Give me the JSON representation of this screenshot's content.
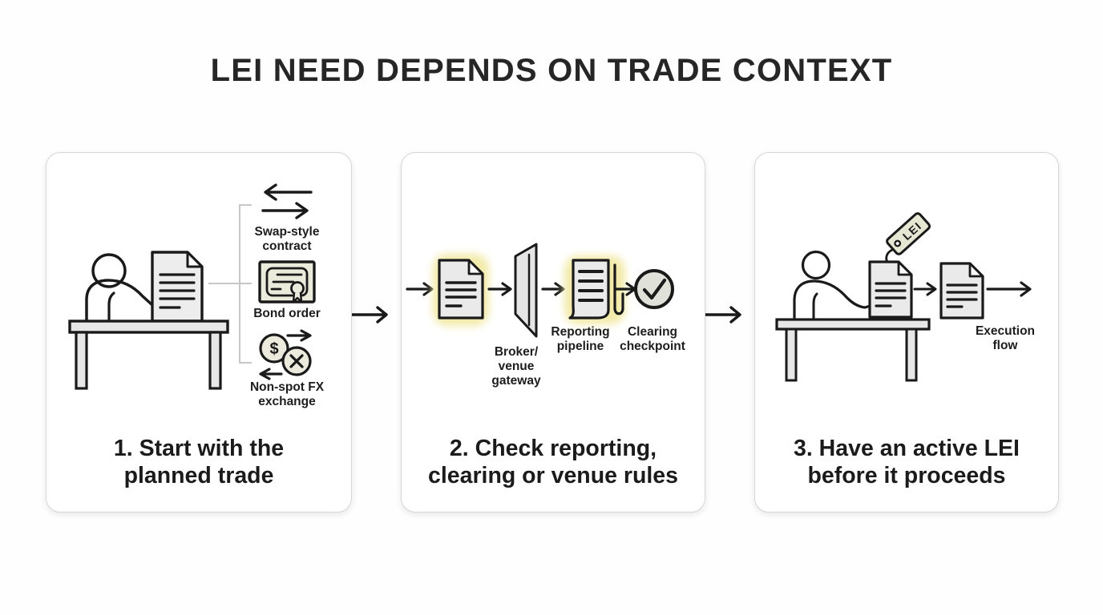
{
  "title": "LEI NEED DEPENDS ON TRADE CONTEXT",
  "step1": {
    "caption": "1. Start with the\nplanned trade",
    "items": [
      {
        "icon": "swap-arrows-icon",
        "label": "Swap-style\ncontract"
      },
      {
        "icon": "bond-certificate-icon",
        "label": "Bond order"
      },
      {
        "icon": "fx-exchange-icon",
        "label": "Non-spot FX\nexchange"
      }
    ],
    "fx_dollar": "$"
  },
  "step2": {
    "caption": "2. Check reporting,\nclearing or venue rules",
    "labels": {
      "gateway": "Broker/\nvenue\ngateway",
      "reporting": "Reporting\npipeline",
      "clearing": "Clearing\ncheckpoint"
    }
  },
  "step3": {
    "caption": "3. Have an active LEI\nbefore it proceeds",
    "tag": "LEI",
    "flow": "Execution\nflow"
  },
  "colors": {
    "outline": "#1a1a1a",
    "highlight_glow": "#f2eaa8",
    "icon_fill": "#eaeaea",
    "certificate_fill": "#ebebdc",
    "check_fill": "#e0e2d9",
    "tag_fill": "#e5e7d3",
    "connector_gray": "#c7c7c7"
  }
}
